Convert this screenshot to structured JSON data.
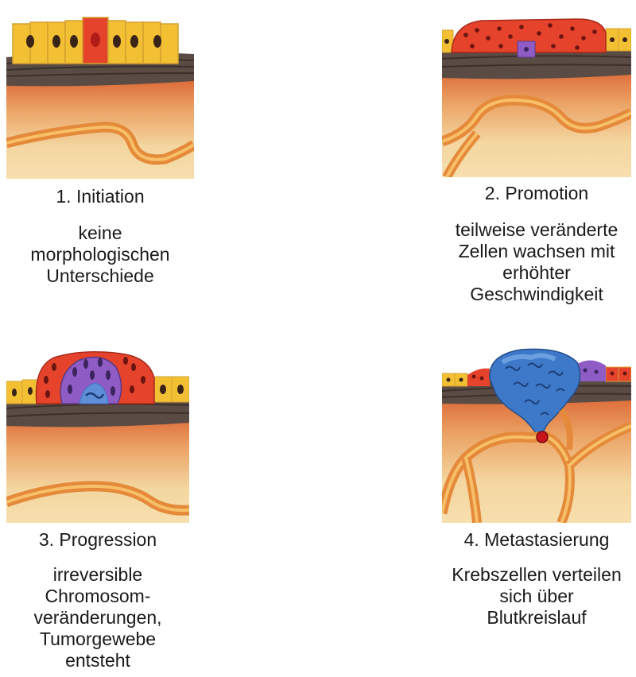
{
  "stages": [
    {
      "title": "1. Initiation",
      "description": "keine\nmorphologischen\nUnterschiede"
    },
    {
      "title": "2. Promotion",
      "description": "teilweise veränderte\nZellen wachsen mit\nerhöhter\nGeschwindigkeit"
    },
    {
      "title": "3. Progression",
      "description": "irreversible\nChromosom-\nveränderungen,\nTumorgewebe\nentsteht"
    },
    {
      "title": "4. Metastasierung",
      "description": "Krebszellen verteilen\nsich über\nBlutkreislauf"
    }
  ],
  "colors": {
    "normal_cell": "#f3c033",
    "mutated_cell": "#e5432b",
    "promoted_cell": "#8f5bc4",
    "tumor_cell": "#3e78c8",
    "muscle_layer": "#5a4c45",
    "stroma": "#e69858",
    "vessel": "#e48a3a"
  },
  "icons": [
    "tissue-cross-section-initiation",
    "tissue-cross-section-promotion",
    "tissue-cross-section-progression",
    "tissue-cross-section-metastasis"
  ]
}
